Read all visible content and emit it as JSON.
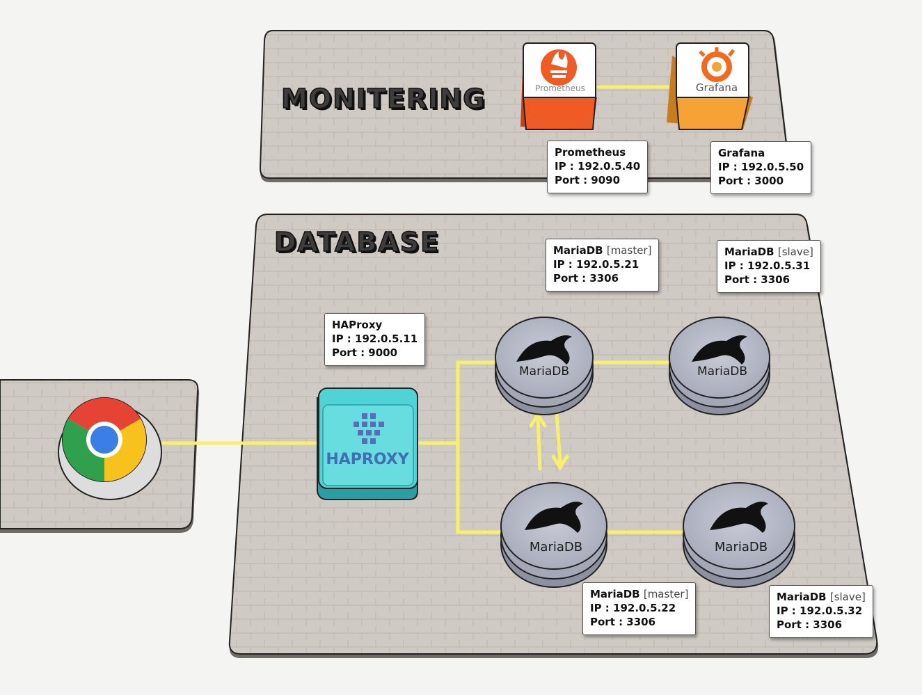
{
  "panels": {
    "monitoring_title": "MONITERING",
    "database_title": "DATABASE"
  },
  "monitoring": {
    "prometheus_icon_text": "Prometheus",
    "grafana_icon_text": "Grafana",
    "prometheus": {
      "name": "Prometheus",
      "ip": "IP : 192.0.5.40",
      "port": "Port : 9090"
    },
    "grafana": {
      "name": "Grafana",
      "ip": "IP : 192.0.5.50",
      "port": "Port : 3000"
    }
  },
  "haproxy": {
    "icon_text": "HAPROXY",
    "name": "HAProxy",
    "ip": "IP : 192.0.5.11",
    "port": "Port : 9000"
  },
  "mariadb": {
    "logo_text": "MariaDB",
    "master1": {
      "name": "MariaDB",
      "role": "[master]",
      "ip": "IP : 192.0.5.21",
      "port": "Port : 3306"
    },
    "slave1": {
      "name": "MariaDB",
      "role": "[slave]",
      "ip": "IP : 192.0.5.31",
      "port": "Port : 3306"
    },
    "master2": {
      "name": "MariaDB",
      "role": "[master]",
      "ip": "IP : 192.0.5.22",
      "port": "Port : 3306"
    },
    "slave2": {
      "name": "MariaDB",
      "role": "[slave]",
      "ip": "IP : 192.0.5.32",
      "port": "Port : 3306"
    }
  },
  "colors": {
    "link": "#f7f06a",
    "prometheus": "#f05a24",
    "grafana": "#f6a235",
    "haproxy": "#4fd3d6",
    "database": "#b9bcc8",
    "panel": "#cfcac3"
  }
}
